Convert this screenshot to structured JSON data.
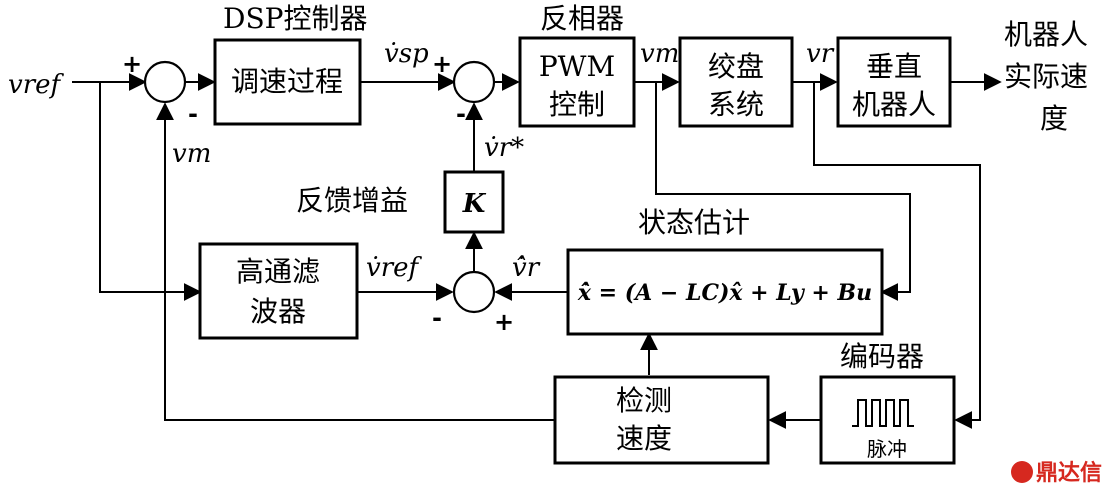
{
  "blocks": {
    "dsp_title": "DSP控制器",
    "speed_process": "调速过程",
    "inverter_title": "反相器",
    "pwm_line1": "PWM",
    "pwm_line2": "控制",
    "winch_line1": "绞盘",
    "winch_line2": "系统",
    "robot_line1": "垂直",
    "robot_line2": "机器人",
    "output_line1": "机器人",
    "output_line2": "实际速",
    "output_line3": "度",
    "feedback_gain_label": "反馈增益",
    "gain_symbol": "K",
    "state_est_title": "状态估计",
    "state_equation": "x̂̇ = (A − LC)x̂ + Ly + Bu",
    "hpf_line1": "高通滤",
    "hpf_line2": "波器",
    "detect_line1": "检测",
    "detect_line2": "速度",
    "encoder_title": "编码器",
    "pulse_label": "脉冲"
  },
  "signals": {
    "v_ref_in": "vref",
    "v_sp": "v̇sp",
    "v_m": "vm",
    "v_r": "vr",
    "v_m_fb": "vm",
    "v_r_star": "v̇r*",
    "v_ref_dot": "v̇ref",
    "v_r_hat": "v̂̇r"
  },
  "signs": {
    "s1_plus": "+",
    "s1_minus": "-",
    "s2_plus": "+",
    "s2_minus": "-",
    "s3_minus": "-",
    "s3_plus": "+"
  },
  "watermark": "鼎达信",
  "colors": {
    "line": "#000000",
    "watermark": "#d6281f"
  }
}
